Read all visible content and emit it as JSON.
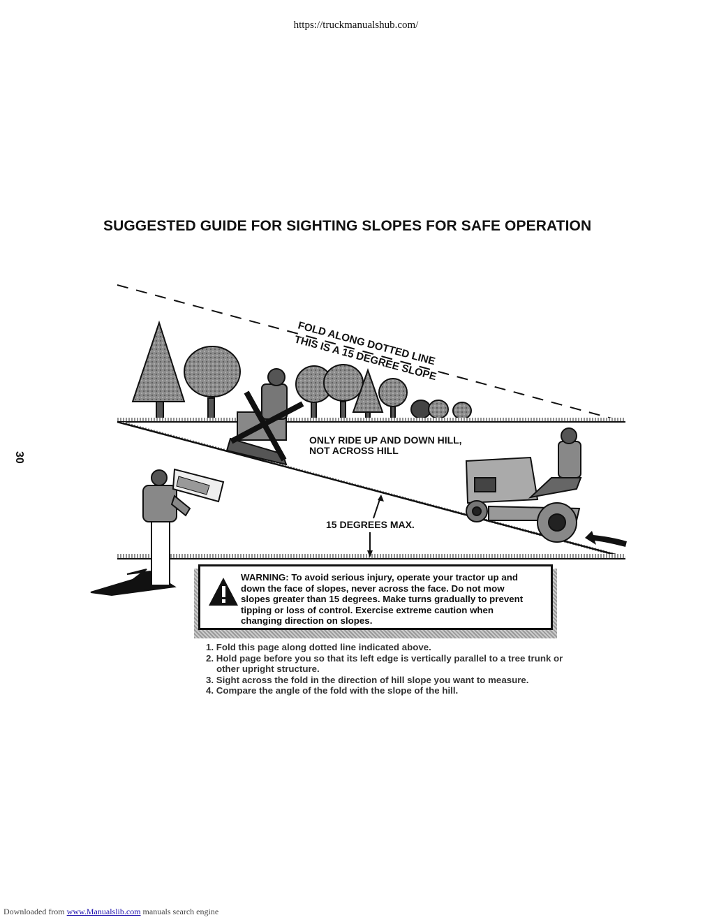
{
  "header": {
    "url": "https://truckmanualshub.com/"
  },
  "page": {
    "title": "SUGGESTED GUIDE FOR SIGHTING SLOPES FOR SAFE OPERATION",
    "number": "30"
  },
  "illustration": {
    "fold_line_label": "FOLD ALONG DOTTED LINE",
    "slope_label": "THIS IS A 15 DEGREE SLOPE",
    "ride_direction_line1": "ONLY RIDE UP AND DOWN HILL,",
    "ride_direction_line2": "NOT ACROSS HILL",
    "max_angle_label": "15 DEGREES MAX."
  },
  "warning": {
    "icon": "warning-triangle-icon",
    "lines": [
      "WARNING: To avoid serious injury, operate your tractor up and",
      "down the face of slopes, never across the face. Do not mow",
      "slopes greater than 15 degrees. Make turns gradually to prevent",
      "tipping or loss of control. Exercise extreme caution when",
      "changing direction on slopes."
    ]
  },
  "instructions": [
    "1. Fold this page along dotted line indicated above.",
    "2. Hold page before you so that its left edge is vertically parallel to a tree trunk or other upright structure.",
    "3. Sight across the fold in the direction of hill slope you want to measure.",
    "4. Compare the angle of the fold with the slope of the hill."
  ],
  "footer": {
    "prefix": "Downloaded from",
    "link_text": "www.Manualslib.com",
    "suffix": "manuals search engine"
  }
}
